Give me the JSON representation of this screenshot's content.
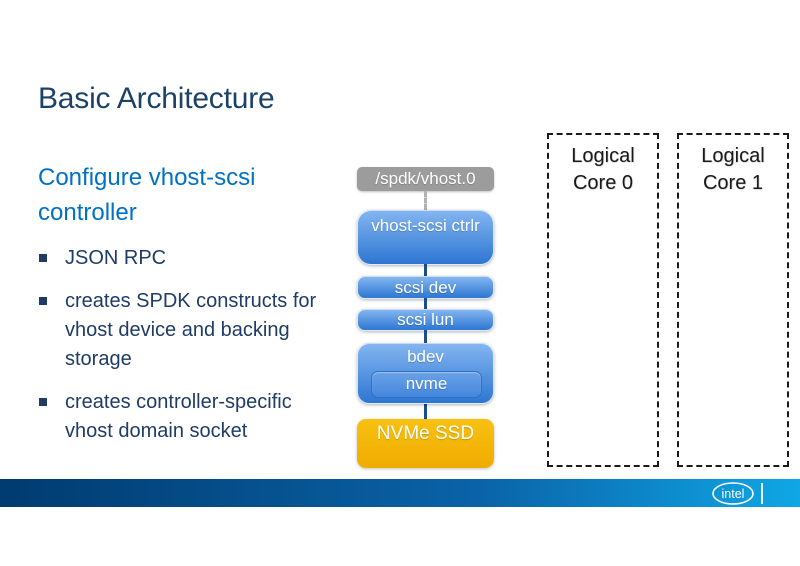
{
  "slide": {
    "title": "Basic Architecture",
    "left": {
      "heading": "Configure vhost-scsi controller",
      "bullets": [
        "JSON RPC",
        "creates SPDK constructs for vhost device and backing storage",
        "creates controller-specific vhost domain socket"
      ]
    }
  },
  "diagram": {
    "socket": "/spdk/vhost.0",
    "controller": "vhost-scsi ctrlr",
    "scsi_dev": "scsi dev",
    "scsi_lun": "scsi lun",
    "bdev": "bdev",
    "nvme": "nvme",
    "ssd": "NVMe SSD",
    "cores": [
      {
        "label": "Logical Core 0"
      },
      {
        "label": "Logical Core 1"
      }
    ]
  },
  "footer": {
    "brand": "intel"
  },
  "colors": {
    "title_text": "#1d4267",
    "heading_text": "#0071c5",
    "body_text": "#1f3c66",
    "box_blue_top": "#83b5f0",
    "box_blue_bottom": "#2d76d2",
    "box_gray": "#9c9c9c",
    "box_gold": "#f5b70e",
    "connector": "#1c4e8a",
    "bar_left": "#003b70",
    "bar_right": "#0fa7e6"
  }
}
